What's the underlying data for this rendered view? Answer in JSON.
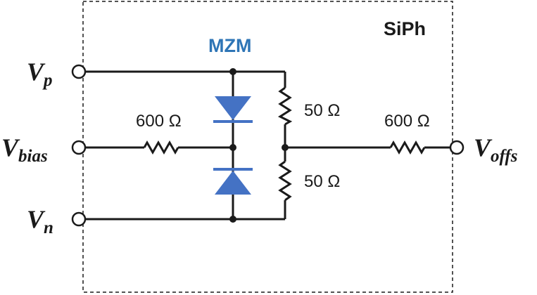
{
  "block_label": "SiPh",
  "device_label": "MZM",
  "colors": {
    "diode": "#4472c4",
    "device_label": "#2e75b6",
    "wire": "#1a1a1a"
  },
  "terminals": {
    "vp": {
      "base": "V",
      "sub": "p"
    },
    "vbias": {
      "base": "V",
      "sub": "bias"
    },
    "vn": {
      "base": "V",
      "sub": "n"
    },
    "voffs": {
      "base": "V",
      "sub": "offs"
    }
  },
  "resistors": {
    "bias": "600 Ω",
    "top": "50 Ω",
    "bottom": "50 Ω",
    "offs": "600 Ω"
  }
}
